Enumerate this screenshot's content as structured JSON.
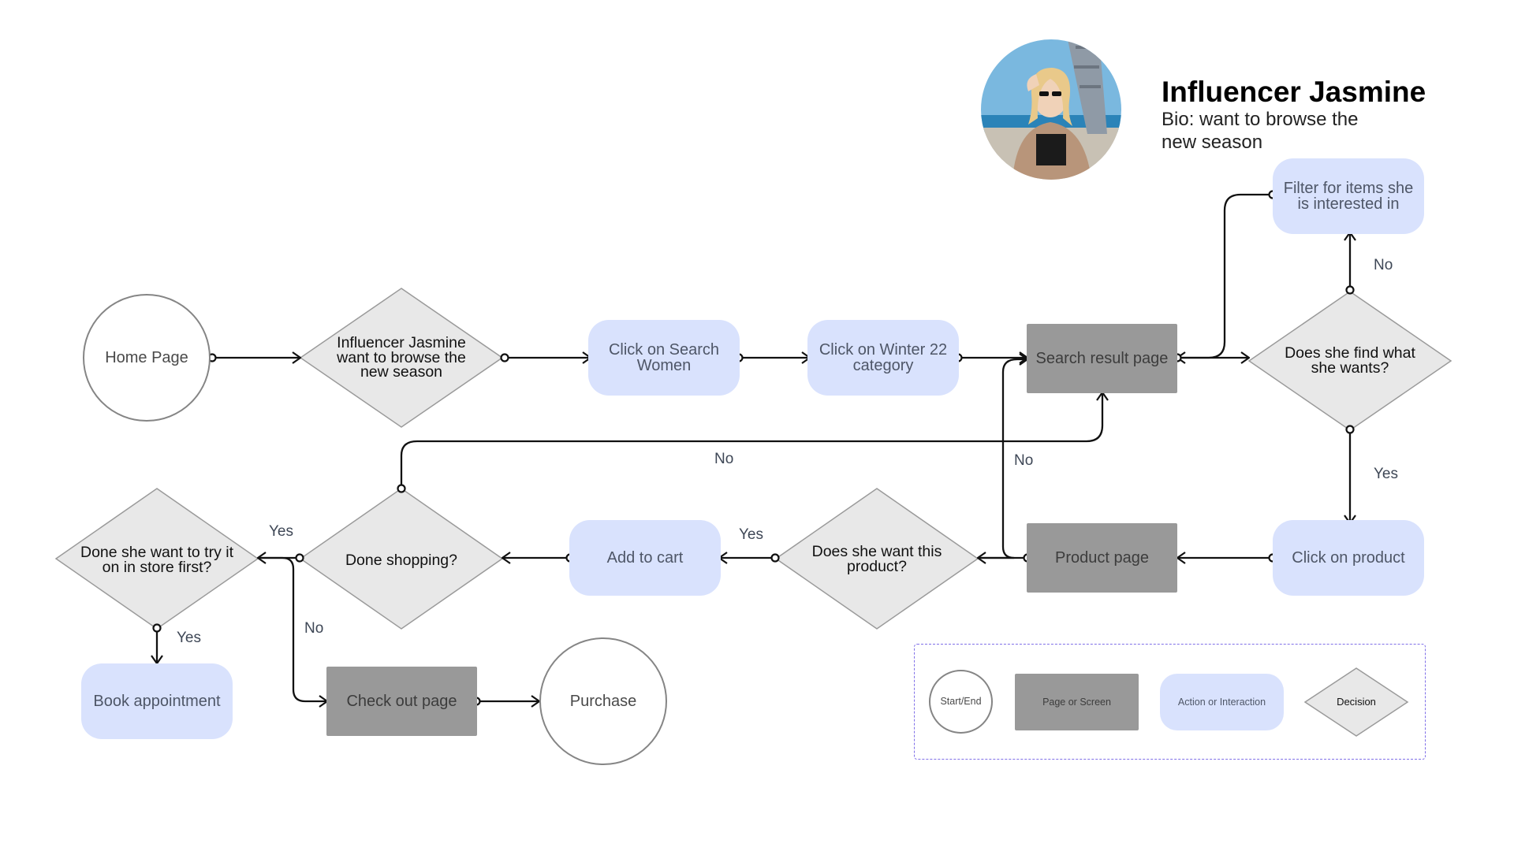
{
  "persona": {
    "name": "Influencer Jasmine",
    "bio": "Bio: want to browse the new season"
  },
  "nodes": {
    "home_page": "Home Page",
    "decision_browse": "Influencer Jasmine want to browse the new season",
    "click_search_women": "Click on Search Women",
    "click_winter": "Click on Winter 22 category",
    "search_result_page": "Search result page",
    "decision_find": "Does she find what she wants?",
    "filter_items": "Filter for items she is interested in",
    "click_product": "Click on product",
    "product_page": "Product page",
    "decision_want_product": "Does she want this product?",
    "add_to_cart": "Add to cart",
    "decision_done_shopping": "Done shopping?",
    "decision_try_store": "Done she want to try it on in store first?",
    "book_appointment": "Book appointment",
    "checkout_page": "Check out page",
    "purchase": "Purchase"
  },
  "edge_labels": {
    "find_no": "No",
    "find_yes": "Yes",
    "done_no": "No",
    "want_no": "No",
    "want_yes": "Yes",
    "done_yes": "Yes",
    "try_no": "No",
    "try_yes": "Yes"
  },
  "legend": {
    "start_end": "Start/End",
    "page_screen": "Page or Screen",
    "action": "Action or Interaction",
    "decision": "Decision"
  },
  "colors": {
    "action_fill": "#d9e2fd",
    "page_fill": "#999999",
    "decision_fill": "#e8e8e8",
    "connector": "#111111",
    "legend_border": "#8070e8"
  }
}
